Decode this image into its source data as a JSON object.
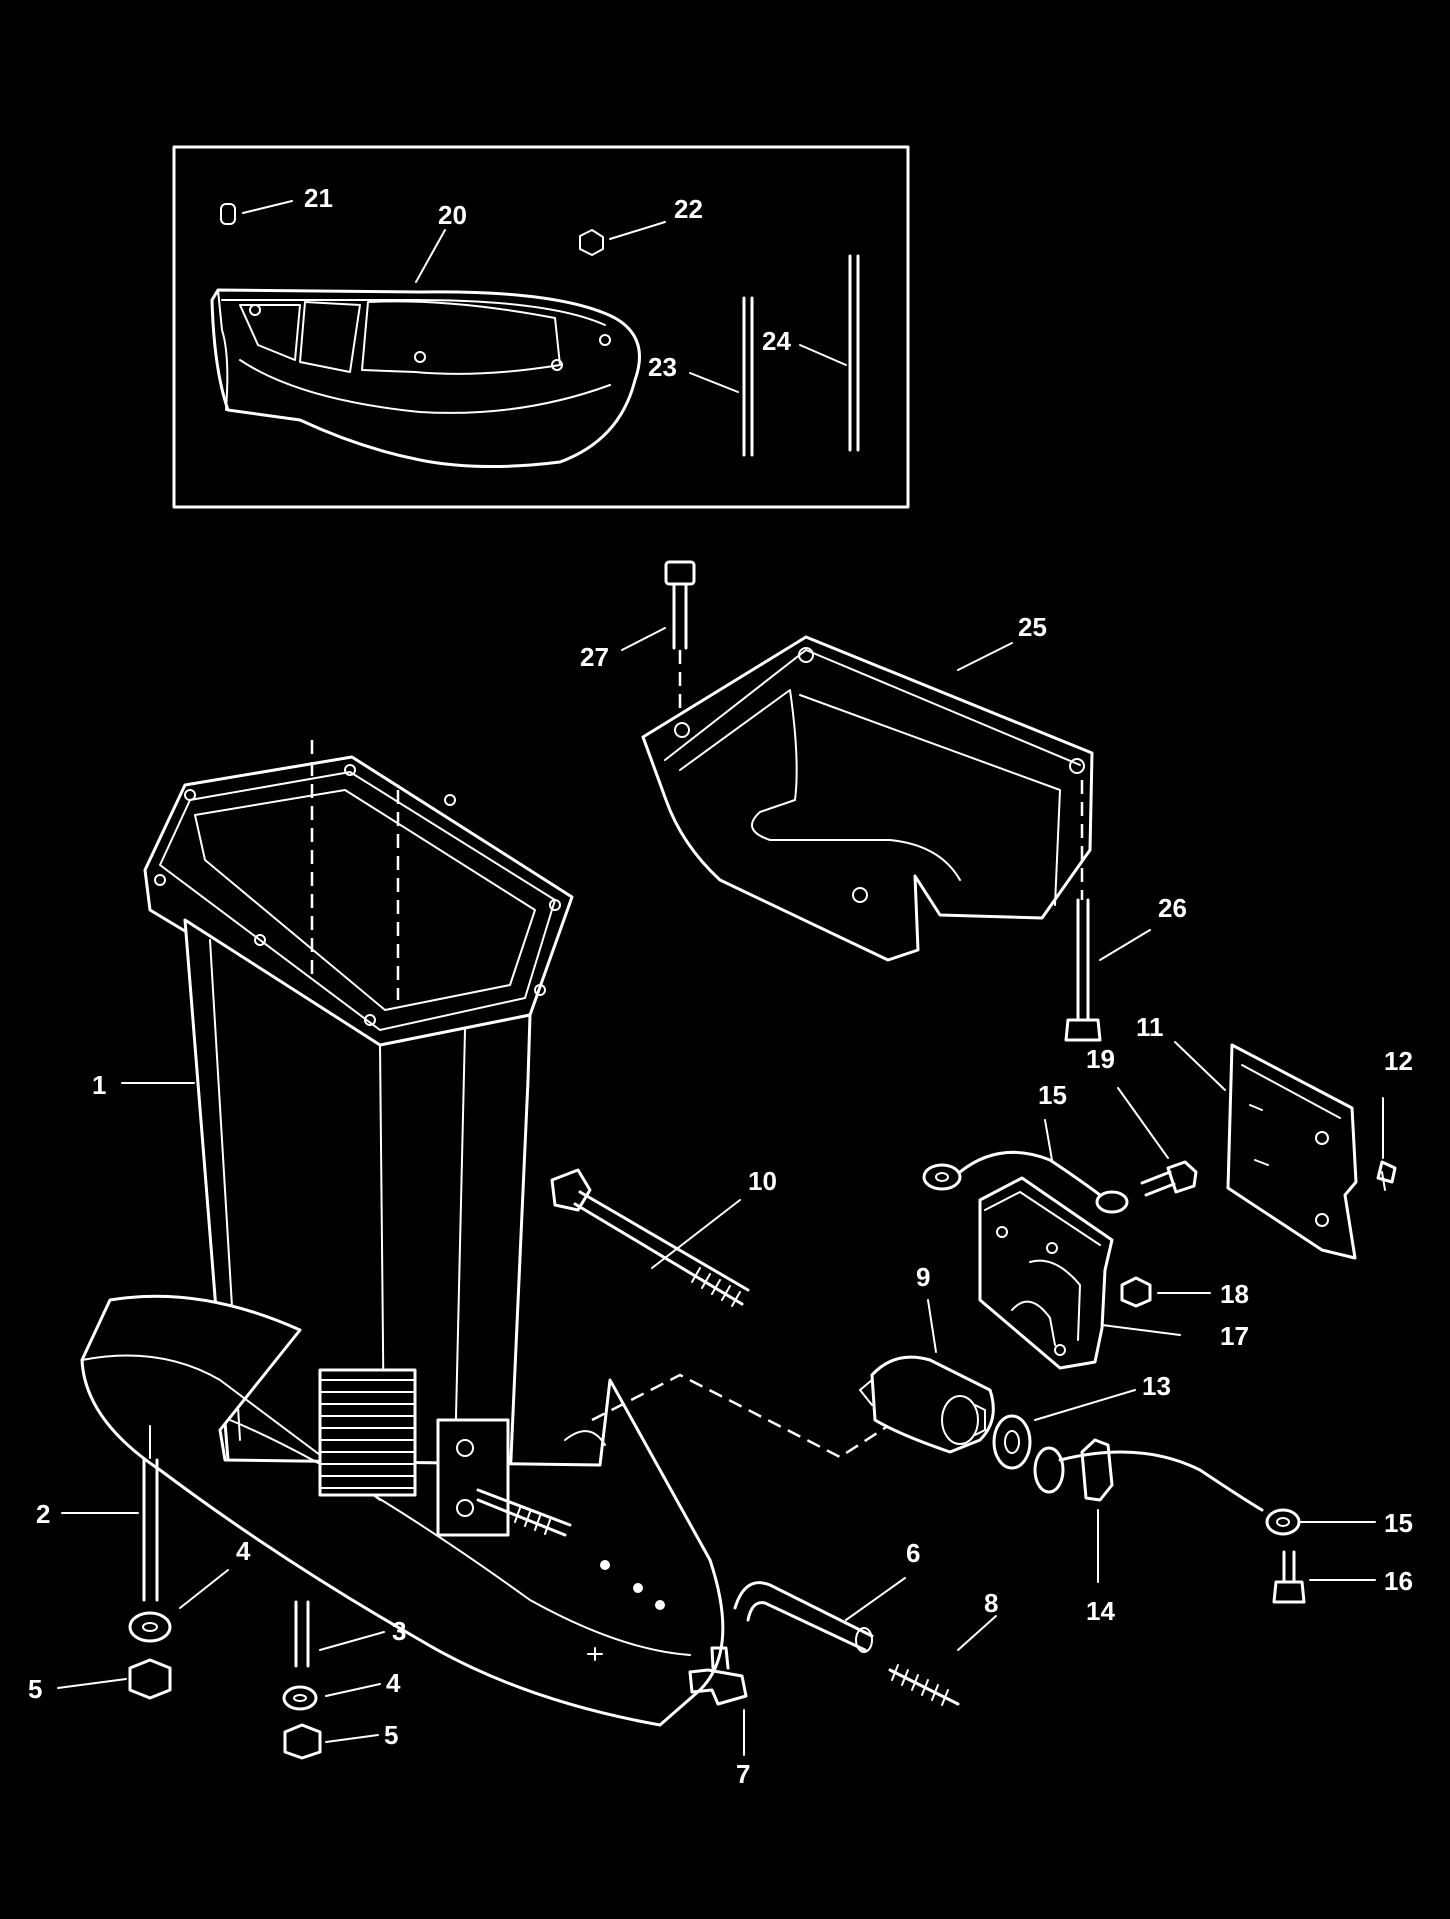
{
  "callouts": [
    {
      "id": "c1",
      "text": "1"
    },
    {
      "id": "c2",
      "text": "2"
    },
    {
      "id": "c3",
      "text": "3"
    },
    {
      "id": "c4a",
      "text": "4"
    },
    {
      "id": "c4b",
      "text": "4"
    },
    {
      "id": "c5a",
      "text": "5"
    },
    {
      "id": "c5b",
      "text": "5"
    },
    {
      "id": "c6",
      "text": "6"
    },
    {
      "id": "c7",
      "text": "7"
    },
    {
      "id": "c8",
      "text": "8"
    },
    {
      "id": "c9",
      "text": "9"
    },
    {
      "id": "c10",
      "text": "10"
    },
    {
      "id": "c11",
      "text": "11"
    },
    {
      "id": "c12",
      "text": "12"
    },
    {
      "id": "c13",
      "text": "13"
    },
    {
      "id": "c14",
      "text": "14"
    },
    {
      "id": "c15a",
      "text": "15"
    },
    {
      "id": "c15b",
      "text": "15"
    },
    {
      "id": "c16",
      "text": "16"
    },
    {
      "id": "c17",
      "text": "17"
    },
    {
      "id": "c18",
      "text": "18"
    },
    {
      "id": "c19",
      "text": "19"
    },
    {
      "id": "c20",
      "text": "20"
    },
    {
      "id": "c21",
      "text": "21"
    },
    {
      "id": "c22",
      "text": "22"
    },
    {
      "id": "c23",
      "text": "23"
    },
    {
      "id": "c24",
      "text": "24"
    },
    {
      "id": "c25",
      "text": "25"
    },
    {
      "id": "c26",
      "text": "26"
    },
    {
      "id": "c27",
      "text": "27"
    }
  ]
}
